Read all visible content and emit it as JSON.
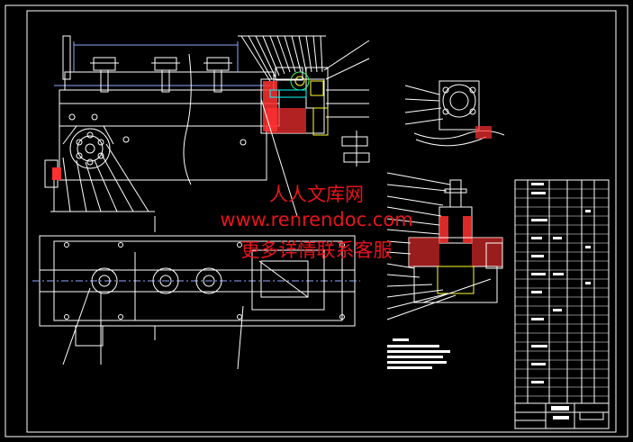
{
  "drawing": {
    "colors": {
      "background": "#000000",
      "line": "#ffffff",
      "hatch": "#ff3030",
      "dim": "#8fa8ff",
      "yellow": "#ffff33",
      "green": "#33ff66",
      "cyan": "#00ffff"
    }
  },
  "watermark": {
    "line1": "人人文库网",
    "line2": "www.renrendoc.com",
    "line3": "更多详情联系客服"
  }
}
